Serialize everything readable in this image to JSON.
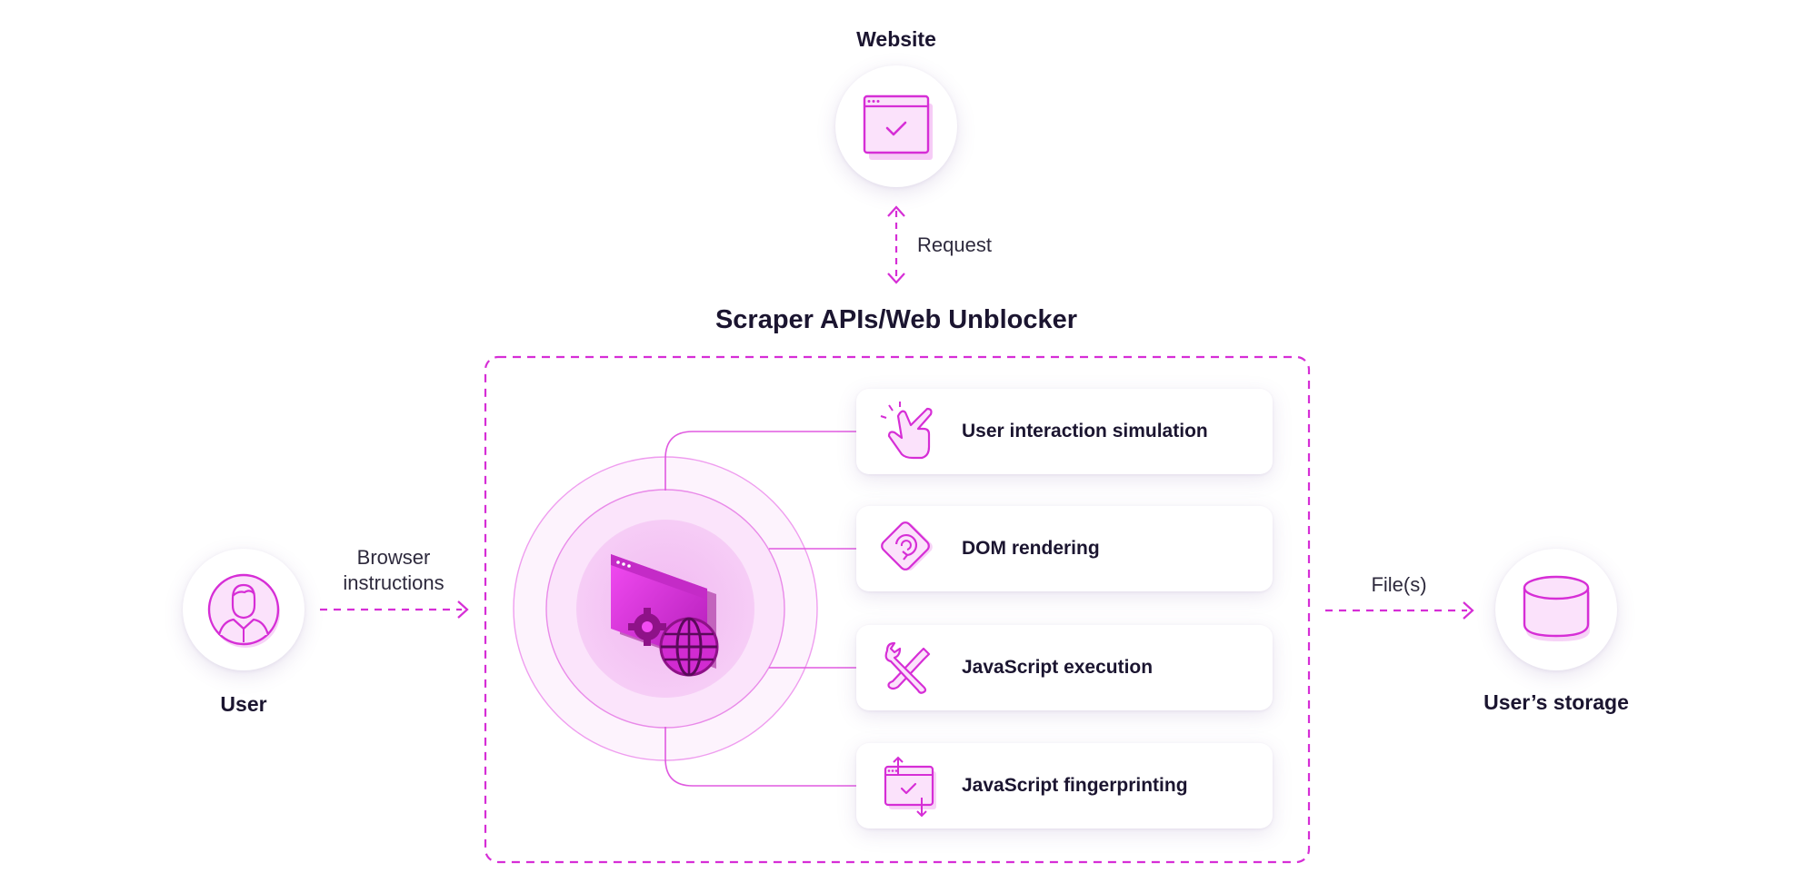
{
  "colors": {
    "accent": "#d62ed6",
    "accent_light": "#f7d2f7",
    "text": "#1b1530"
  },
  "diagram": {
    "title": "Scraper APIs/Web Unblocker",
    "nodes": {
      "website": {
        "label": "Website",
        "icon": "browser-window-check-icon"
      },
      "user": {
        "label": "User",
        "icon": "user-avatar-icon"
      },
      "storage": {
        "label": "User’s storage",
        "icon": "database-cylinder-icon"
      },
      "core": {
        "icon": "browser-gear-globe-icon"
      }
    },
    "edges": {
      "request": {
        "label": "Request",
        "from": "Scraper APIs/Web Unblocker",
        "to": "Website",
        "direction": "both"
      },
      "browser_instructions": {
        "label_line1": "Browser",
        "label_line2": "instructions",
        "from": "User",
        "to": "Scraper APIs/Web Unblocker"
      },
      "files": {
        "label": "File(s)",
        "from": "Scraper APIs/Web Unblocker",
        "to": "User’s storage"
      }
    },
    "features": [
      {
        "label": "User interaction simulation",
        "icon": "hand-click-icon"
      },
      {
        "label": "DOM rendering",
        "icon": "dom-rotate-icon"
      },
      {
        "label": "JavaScript execution",
        "icon": "wrench-screwdriver-icon"
      },
      {
        "label": "JavaScript fingerprinting",
        "icon": "window-arrows-check-icon"
      }
    ]
  }
}
